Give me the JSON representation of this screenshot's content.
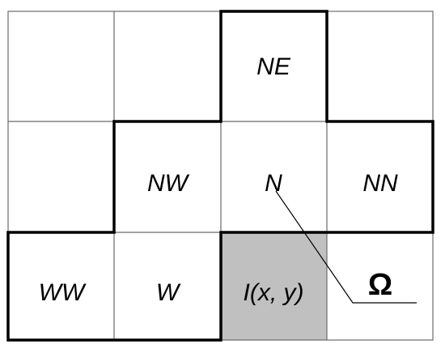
{
  "labels": {
    "ne": "NE",
    "nw": "NW",
    "n": "N",
    "nn": "NN",
    "ww": "WW",
    "w": "W",
    "current": "I(x, y)",
    "omega": "Ω"
  },
  "colors": {
    "grid_line": "#6b6b6b",
    "border": "#000000",
    "current_fill": "#c0c0c0",
    "background": "#ffffff"
  }
}
